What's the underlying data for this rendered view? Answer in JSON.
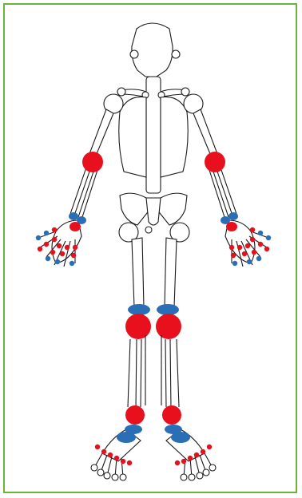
{
  "diagram": {
    "type": "skeleton-joint-map",
    "view": "anterior",
    "colors": {
      "frame": "#6cb33e",
      "bone_outline": "#1a1a1a",
      "bone_fill": "#ffffff",
      "red_marker": "#e8101d",
      "blue_marker": "#2a6eb6"
    },
    "marker_kinds": [
      "red-circle",
      "blue-ellipse",
      "plain-joint"
    ],
    "regions": [
      "skull",
      "spine",
      "ribcage",
      "clavicles",
      "shoulders",
      "upper-arms",
      "elbows",
      "forearms",
      "wrists",
      "hands",
      "pelvis",
      "hips",
      "femurs",
      "knees",
      "lower-legs",
      "ankles",
      "feet"
    ]
  }
}
